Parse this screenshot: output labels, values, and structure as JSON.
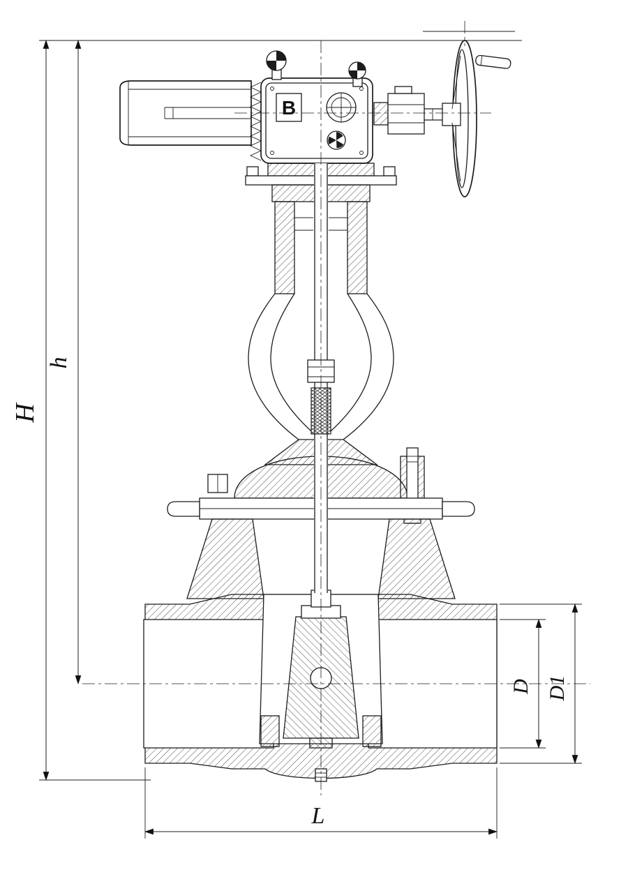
{
  "drawing": {
    "type": "sectional technical drawing",
    "subject": "Gate valve with electric actuator and handwheel",
    "logo": "B",
    "dim_H": "H",
    "dim_h": "h",
    "dim_D": "D",
    "dim_D1": "D1",
    "dim_L": "L",
    "line_color": "#1c1c1c",
    "background": "#ffffff"
  }
}
